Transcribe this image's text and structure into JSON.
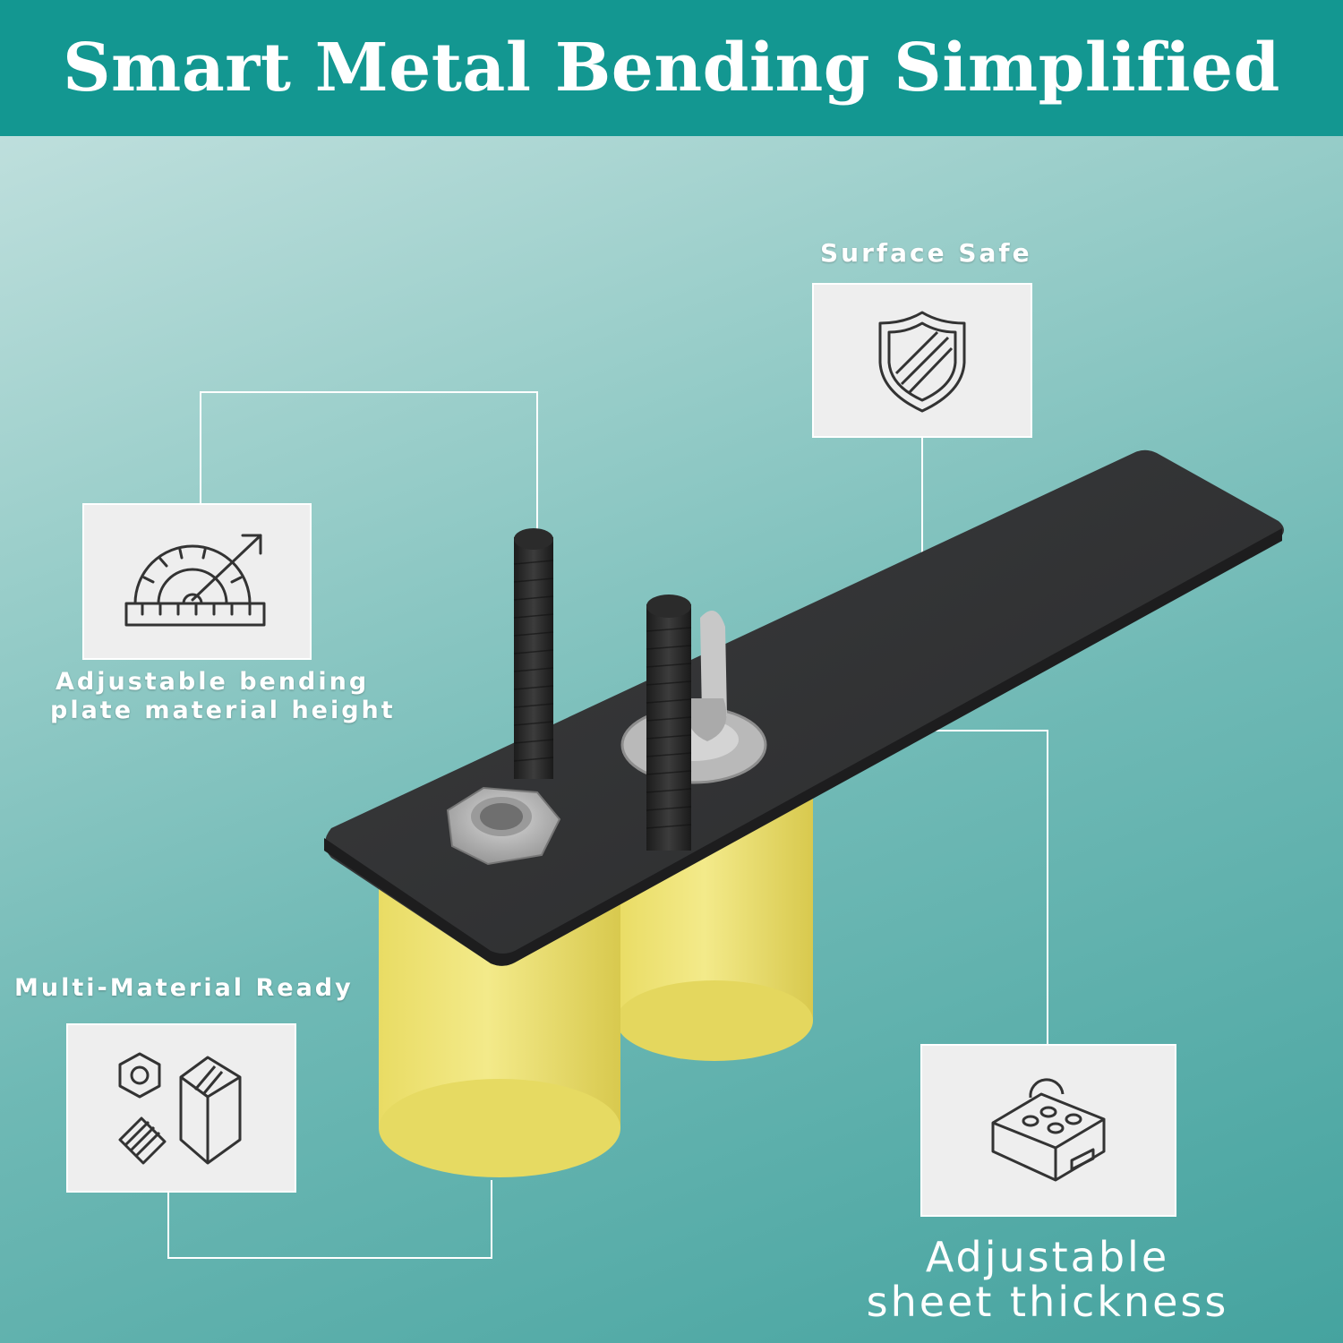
{
  "header": {
    "title": "Smart Metal Bending Simplified"
  },
  "callouts": {
    "surface_safe": {
      "label": "Surface Safe",
      "icon": "shield-icon"
    },
    "bending_height": {
      "label_line1": "Adjustable bending",
      "label_line2": "plate material height",
      "icon": "protractor-icon"
    },
    "multi_material": {
      "label": "Multi-Material Ready",
      "icon": "materials-icon"
    },
    "sheet_thickness": {
      "label_line1": "Adjustable",
      "label_line2": "sheet thickness",
      "icon": "block-icon"
    }
  },
  "colors": {
    "header": "#139791",
    "plate": "#2e2f30",
    "roller": "#ece27a",
    "panel": "#eeeeee"
  }
}
